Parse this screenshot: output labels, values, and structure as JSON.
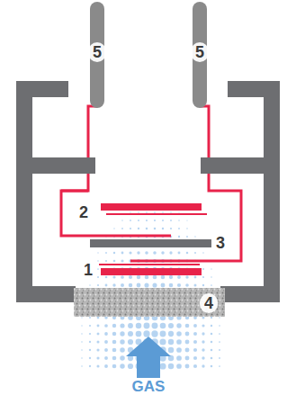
{
  "diagram": {
    "labels": [
      "5",
      "5",
      "2",
      "3",
      "1",
      "4",
      "GAS"
    ]
  }
}
